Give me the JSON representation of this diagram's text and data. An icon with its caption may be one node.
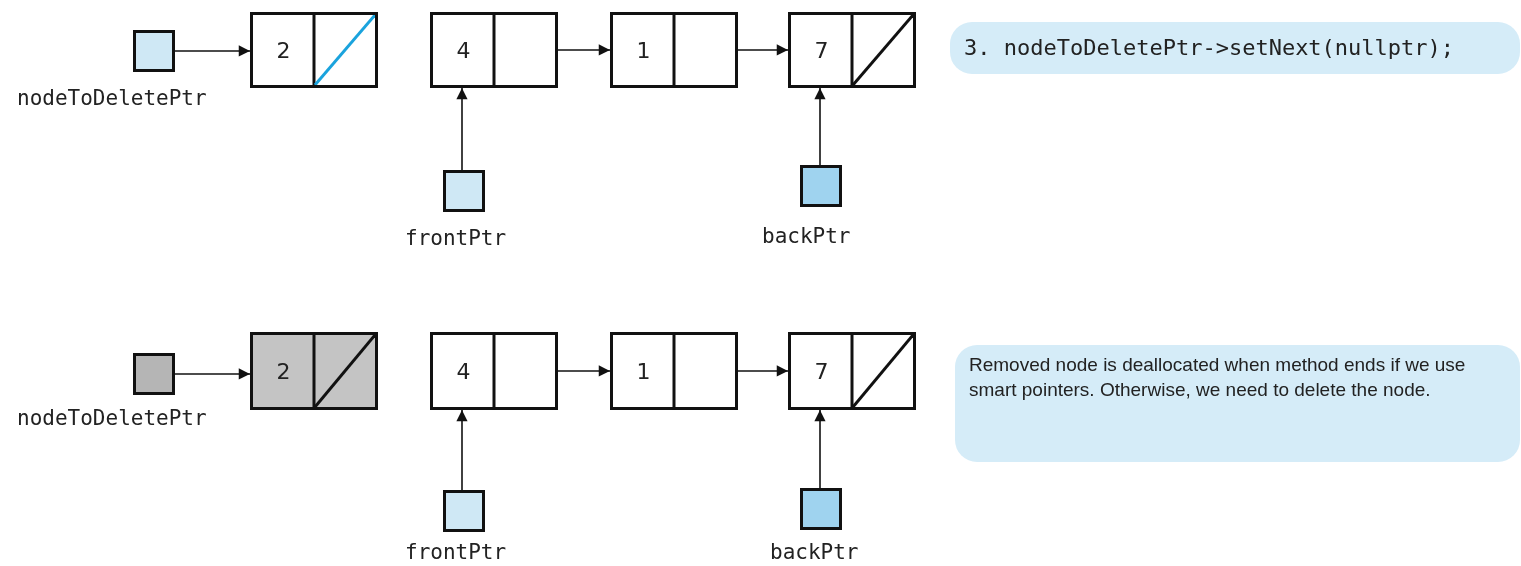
{
  "diagram": {
    "nodes": [
      {
        "text": [],
        "shape": "box",
        "beside": [
          "nodeToDeletePtr"
        ]
      },
      {
        "text": [
          "2"
        ]
      },
      {
        "text": [
          "4"
        ]
      },
      {
        "text": [
          "1"
        ]
      },
      {
        "text": [
          "7"
        ]
      },
      {
        "text": [],
        "shape": "box",
        "beside": [
          "frontPtr"
        ]
      },
      {
        "text": [],
        "shape": "box",
        "beside": [
          "backPtr"
        ]
      },
      {
        "text": [
          "3. nodeToDeletePtr->setNext(nullptr);"
        ]
      },
      {
        "text": [],
        "shape": "box",
        "beside": [
          "nodeToDeletePtr"
        ]
      },
      {
        "text": [
          "2"
        ]
      },
      {
        "text": [
          "4"
        ]
      },
      {
        "text": [
          "1"
        ]
      },
      {
        "text": [
          "7"
        ]
      },
      {
        "text": [],
        "shape": "box",
        "beside": [
          "frontPtr"
        ]
      },
      {
        "text": [],
        "shape": "box",
        "beside": [
          "backPtr"
        ]
      },
      {
        "text": [
          "Removed node is deallocated when method ends if we use smart pointers. Otherwise, we need to delete the node."
        ]
      }
    ],
    "edges": [
      {
        "from": 0,
        "to": 1,
        "arrow": "to"
      },
      {
        "from": 2,
        "to": 3,
        "arrow": "to"
      },
      {
        "from": 3,
        "to": 4,
        "arrow": "to"
      },
      {
        "from": 5,
        "to": 2,
        "arrow": "to"
      },
      {
        "from": 6,
        "to": 4,
        "arrow": "to"
      },
      {
        "from": 8,
        "to": 9,
        "arrow": "to"
      },
      {
        "from": 10,
        "to": 11,
        "arrow": "to"
      },
      {
        "from": 11,
        "to": 12,
        "arrow": "to"
      },
      {
        "from": 13,
        "to": 10,
        "arrow": "to"
      },
      {
        "from": 14,
        "to": 12,
        "arrow": "to"
      }
    ]
  }
}
